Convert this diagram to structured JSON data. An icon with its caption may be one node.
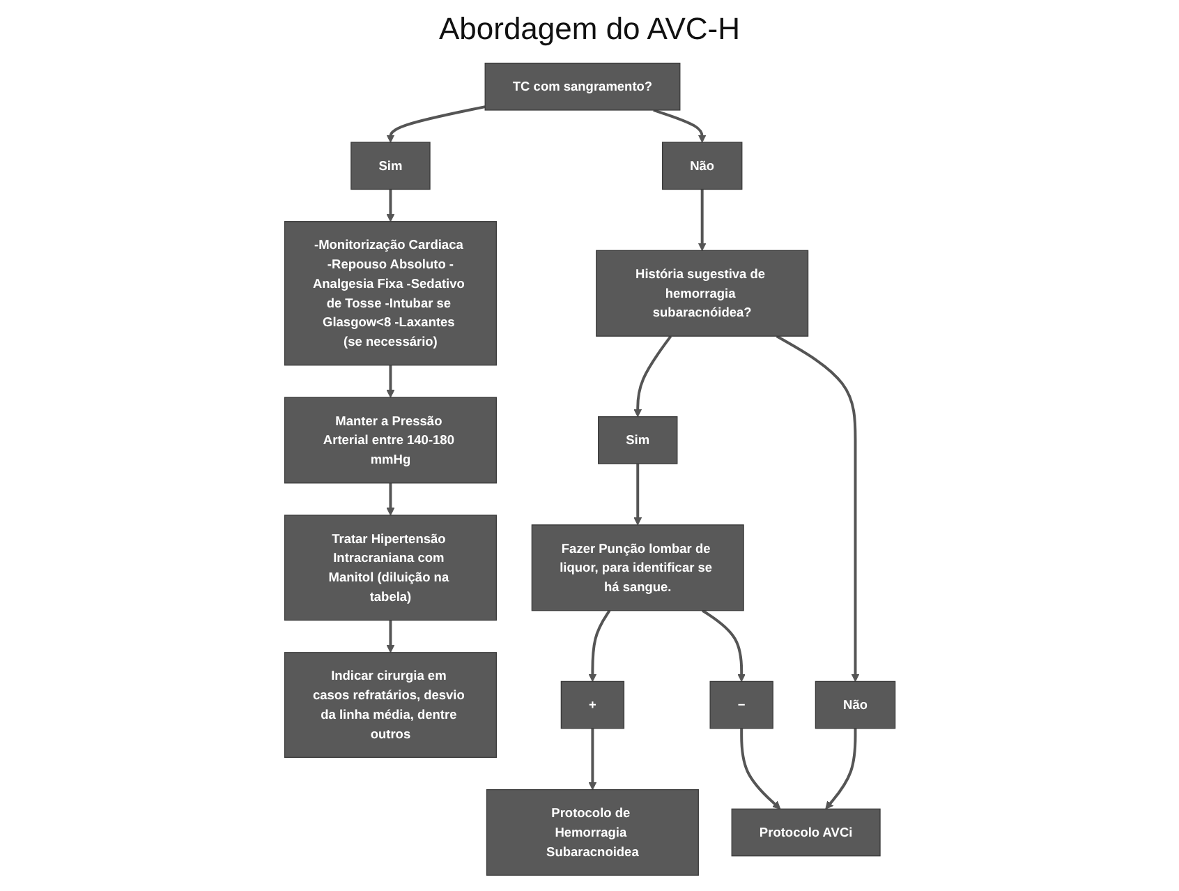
{
  "diagram": {
    "title": "Abordagem do AVC-H",
    "nodes": [
      {
        "text": [
          "TC com sangramento?"
        ]
      },
      {
        "text": [
          "Sim"
        ]
      },
      {
        "text": [
          "Não"
        ]
      },
      {
        "text": [
          "-Monitorização Cardiaca -Repouso Absoluto -Analgesia Fixa -Sedativo de Tosse -Intubar se Glasgow<8 -Laxantes (se necessário)"
        ]
      },
      {
        "text": [
          "Manter a Pressão Arterial entre 140-180 mmHg"
        ]
      },
      {
        "text": [
          "Tratar Hipertensão Intracraniana com Manitol (diluição na tabela)"
        ]
      },
      {
        "text": [
          "Indicar cirurgia em casos refratários, desvio da linha média, dentre outros"
        ]
      },
      {
        "text": [
          "História sugestiva de hemorragia subaracnóidea?"
        ]
      },
      {
        "text": [
          "Sim"
        ]
      },
      {
        "text": [
          "Não"
        ]
      },
      {
        "text": [
          "Fazer Punção lombar de liquor, para identificar se há sangue."
        ]
      },
      {
        "text": [
          "+"
        ]
      },
      {
        "text": [
          "−"
        ]
      },
      {
        "text": [
          "Protocolo de Hemorragia Subaracnoidea"
        ]
      },
      {
        "text": [
          "Protocolo AVCi"
        ]
      }
    ],
    "edges": [
      {
        "from": 0,
        "to": 1,
        "arrow": "to"
      },
      {
        "from": 0,
        "to": 2,
        "arrow": "to"
      },
      {
        "from": 1,
        "to": 3,
        "arrow": "to"
      },
      {
        "from": 3,
        "to": 4,
        "arrow": "to"
      },
      {
        "from": 4,
        "to": 5,
        "arrow": "to"
      },
      {
        "from": 5,
        "to": 6,
        "arrow": "to"
      },
      {
        "from": 2,
        "to": 7,
        "arrow": "to"
      },
      {
        "from": 7,
        "to": 8,
        "arrow": "to"
      },
      {
        "from": 7,
        "to": 9,
        "arrow": "to"
      },
      {
        "from": 8,
        "to": 10,
        "arrow": "to"
      },
      {
        "from": 10,
        "to": 11,
        "arrow": "to"
      },
      {
        "from": 10,
        "to": 12,
        "arrow": "to"
      },
      {
        "from": 11,
        "to": 13,
        "arrow": "to"
      },
      {
        "from": 12,
        "to": 14,
        "arrow": "to"
      },
      {
        "from": 9,
        "to": 14,
        "arrow": "to"
      }
    ]
  }
}
